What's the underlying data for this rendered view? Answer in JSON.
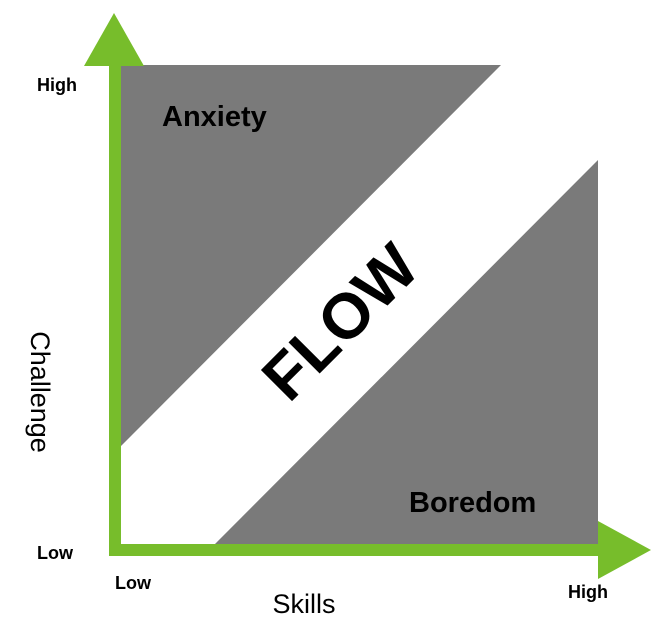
{
  "colors": {
    "axis": "#77bd2b",
    "region": "#7a7a7a",
    "background": "#ffffff",
    "text": "#000000"
  },
  "regions": {
    "anxiety": "Anxiety",
    "flow": "FLOW",
    "boredom": "Boredom"
  },
  "y_axis": {
    "title": "Challenge",
    "high": "High",
    "low": "Low"
  },
  "x_axis": {
    "title": "Skills",
    "low": "Low",
    "high": "High"
  }
}
